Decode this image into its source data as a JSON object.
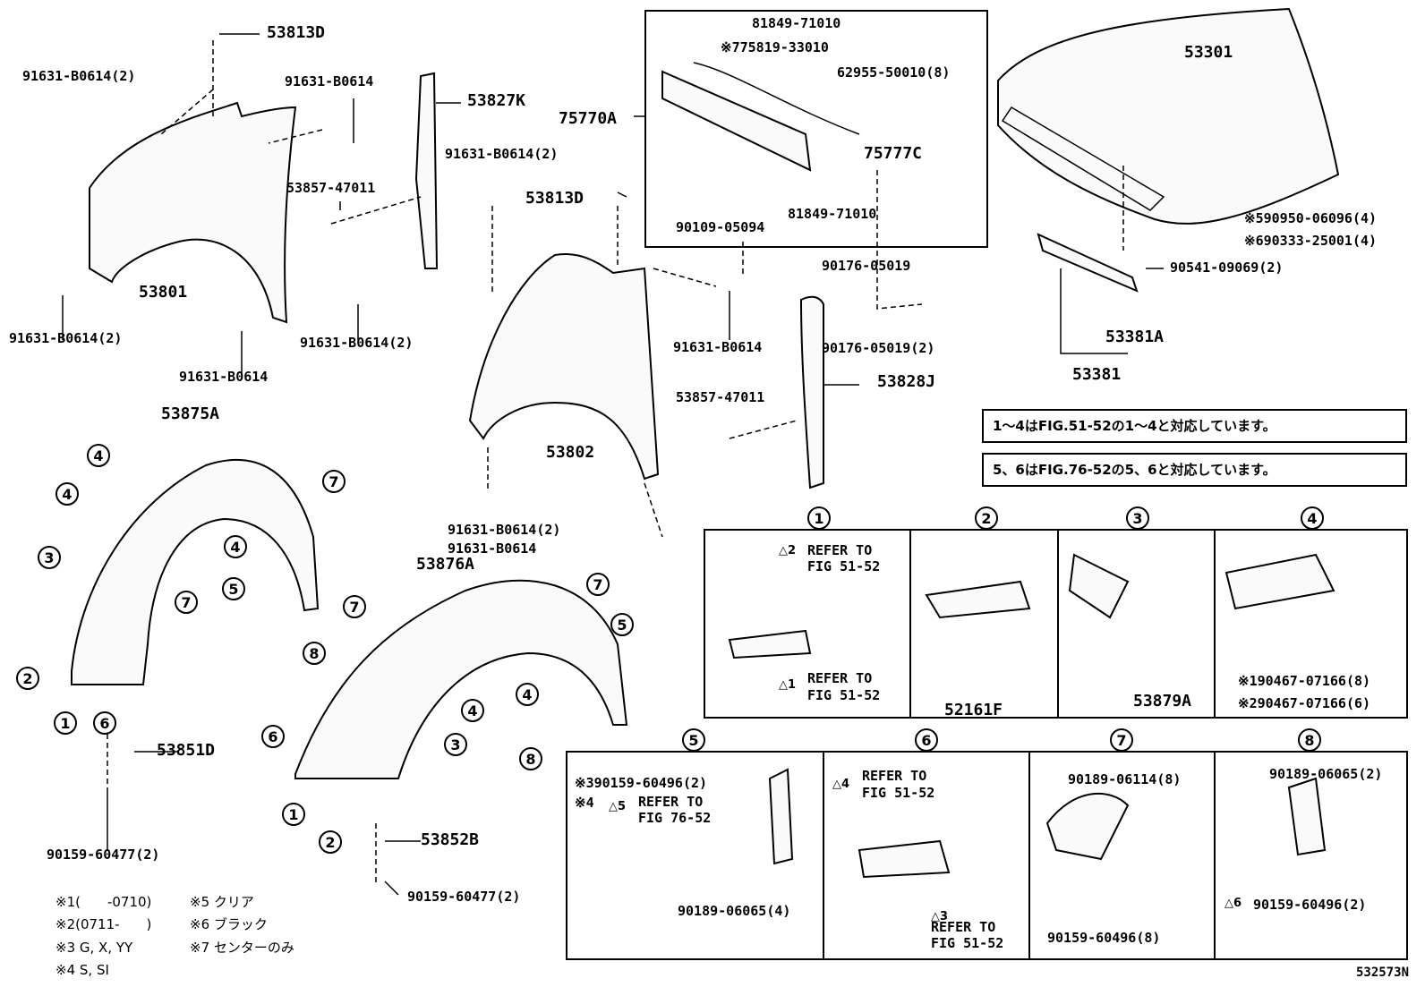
{
  "fender_rh": {
    "label": "53801"
  },
  "fender_lh": {
    "label": "53802"
  },
  "hood": {
    "label": "53301"
  },
  "seal_rh": {
    "label": "53827K"
  },
  "seal_lh": {
    "label": "53828J"
  },
  "liner_rh": {
    "label": "53875A"
  },
  "liner_lh": {
    "label": "53876A"
  },
  "grille_box": {
    "outer_label": "75770A",
    "parts": [
      "81849-71010",
      "※775819-33010",
      "62955-50010(8)",
      "75777C",
      "90109-05094",
      "81849-71010"
    ]
  },
  "hood_parts": {
    "note5": "※590950-06096(4)",
    "note6": "※690333-25001(4)",
    "bumper": "90541-09069(2)",
    "sub": "53381A",
    "main": "53381"
  },
  "callouts": [
    {
      "id": "c1",
      "text": "53813D"
    },
    {
      "id": "c2",
      "text": "91631-B0614(2)"
    },
    {
      "id": "c3",
      "text": "91631-B0614"
    },
    {
      "id": "c4",
      "text": "53857-47011"
    },
    {
      "id": "c5",
      "text": "91631-B0614(2)"
    },
    {
      "id": "c6",
      "text": "91631-B0614(2)"
    },
    {
      "id": "c7",
      "text": "91631-B0614"
    },
    {
      "id": "c8",
      "text": "91631-B0614(2)"
    },
    {
      "id": "c9",
      "text": "53813D"
    },
    {
      "id": "c10",
      "text": "90176-05019"
    },
    {
      "id": "c11",
      "text": "91631-B0614"
    },
    {
      "id": "c12",
      "text": "90176-05019(2)"
    },
    {
      "id": "c13",
      "text": "53857-47011"
    },
    {
      "id": "c14",
      "text": "91631-B0614(2)"
    },
    {
      "id": "c15",
      "text": "91631-B0614"
    },
    {
      "id": "c16",
      "text": "53851D"
    },
    {
      "id": "c17",
      "text": "90159-60477(2)"
    },
    {
      "id": "c18",
      "text": "53852B"
    },
    {
      "id": "c19",
      "text": "90159-60477(2)"
    }
  ],
  "notes": {
    "note1": "1～4はFIG.51-52の1～4と対応しています。",
    "note2": "5、6はFIG.76-52の5、6と対応しています。"
  },
  "detail_panels": [
    {
      "num": "1",
      "lines": [
        "REFER TO",
        "FIG 51-52",
        "REFER TO",
        "FIG 51-52"
      ],
      "tri": [
        "2",
        "1"
      ]
    },
    {
      "num": "2",
      "part": "52161F"
    },
    {
      "num": "3",
      "part": "53879A"
    },
    {
      "num": "4",
      "part1": "※190467-07166(8)",
      "part2": "※290467-07166(6)"
    },
    {
      "num": "5",
      "line1": "※390159-60496(2)",
      "line2": "※4",
      "refer": "REFER TO",
      "fig": "FIG 76-52",
      "tri": "5",
      "part": "90189-06065(4)"
    },
    {
      "num": "6",
      "refer": "REFER TO",
      "fig": "FIG 51-52",
      "tri": [
        "4",
        "3"
      ]
    },
    {
      "num": "7",
      "part1": "90189-06114(8)",
      "part2": "90159-60496(8)"
    },
    {
      "num": "8",
      "part1": "90189-06065(2)",
      "part2": "90159-60496(2)",
      "tri": "6"
    }
  ],
  "legend": {
    "l1": "※1(　　-0710)",
    "l2": "※2(0711-　　)",
    "l3": "※3 G, X, YY",
    "l4": "※4 S, SI",
    "l5": "※5 クリア",
    "l6": "※6 ブラック",
    "l7": "※7 センターのみ"
  },
  "diagram_id": "532573N"
}
